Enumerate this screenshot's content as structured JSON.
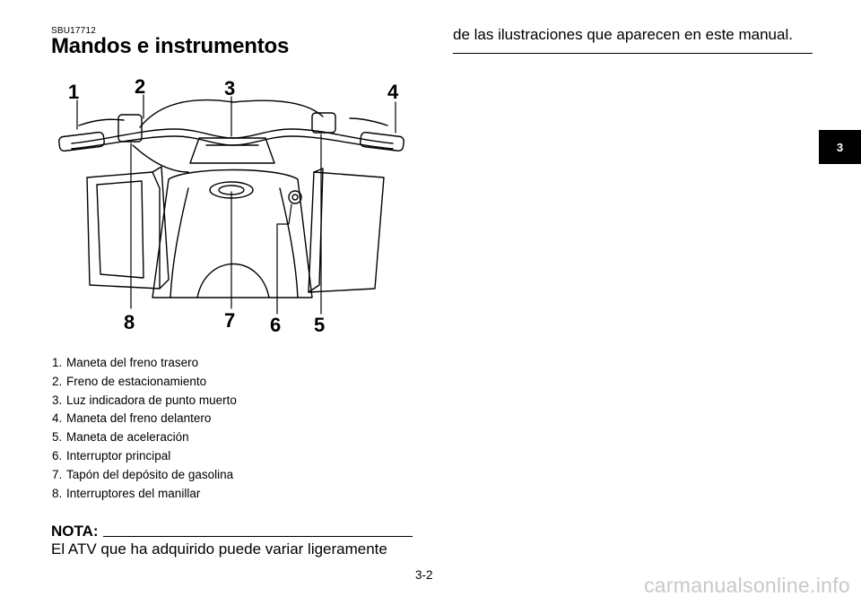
{
  "header": {
    "code": "SBU17712",
    "title": "Mandos e instrumentos"
  },
  "figure": {
    "callouts": [
      "1",
      "2",
      "3",
      "4",
      "8",
      "7",
      "6",
      "5"
    ]
  },
  "legend": [
    {
      "num": "1.",
      "label": "Maneta del freno trasero"
    },
    {
      "num": "2.",
      "label": "Freno de estacionamiento"
    },
    {
      "num": "3.",
      "label": "Luz indicadora de punto muerto"
    },
    {
      "num": "4.",
      "label": "Maneta del freno delantero"
    },
    {
      "num": "5.",
      "label": "Maneta de aceleración"
    },
    {
      "num": "6.",
      "label": "Interruptor principal"
    },
    {
      "num": "7.",
      "label": "Tapón del depósito de gasolina"
    },
    {
      "num": "8.",
      "label": "Interruptores del manillar"
    }
  ],
  "note": {
    "label": "NOTA:",
    "text": "El ATV que ha adquirido puede variar ligeramente"
  },
  "right_column": {
    "text": "de las ilustraciones que aparecen en este manual."
  },
  "page_number": "3-2",
  "chapter_tab": "3",
  "watermark": "carmanualsonline.info"
}
